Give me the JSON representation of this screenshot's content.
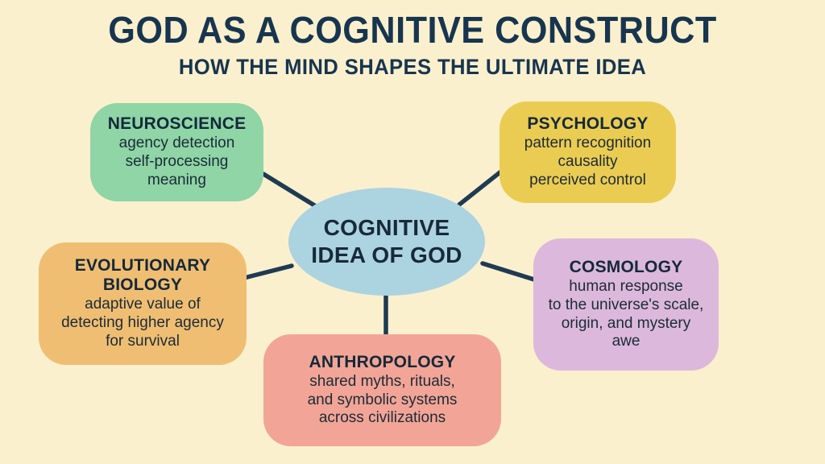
{
  "header": {
    "title": "GOD AS A COGNITIVE CONSTRUCT",
    "subtitle": "HOW THE MIND SHAPES THE ULTIMATE IDEA"
  },
  "colors": {
    "background": "#FBF0CE",
    "ink": "#17354F",
    "connector": "#1F3A53",
    "center": "#ACD3E0",
    "neuroscience": "#8FD5A6",
    "psychology": "#EBCC52",
    "evolutionary_biology": "#F0BE72",
    "cosmology": "#DCB8DC",
    "anthropology": "#F2A596"
  },
  "center": {
    "title": "COGNITIVE\nIDEA OF GOD"
  },
  "nodes": [
    {
      "id": "neuroscience",
      "title": "NEUROSCIENCE",
      "body": "agency detection\nself-processing\nmeaning"
    },
    {
      "id": "psychology",
      "title": "PSYCHOLOGY",
      "body": "pattern recognition\ncausality\nperceived control"
    },
    {
      "id": "evolutionary-biology",
      "title": "EVOLUTIONARY\nBIOLOGY",
      "body": "adaptive value of\ndetecting higher agency\nfor survival"
    },
    {
      "id": "cosmology",
      "title": "COSMOLOGY",
      "body": "human response\nto the universe's scale,\norigin, and mystery\nawe"
    },
    {
      "id": "anthropology",
      "title": "ANTHROPOLOGY",
      "body": "shared myths, rituals,\nand symbolic systems\nacross civilizations"
    }
  ],
  "chart_data": {
    "type": "diagram",
    "layout": "radial-hub-and-spoke",
    "title": "GOD AS A COGNITIVE CONSTRUCT",
    "subtitle": "HOW THE MIND SHAPES THE ULTIMATE IDEA",
    "hub": "COGNITIVE IDEA OF GOD",
    "spokes": [
      "NEUROSCIENCE",
      "PSYCHOLOGY",
      "EVOLUTIONARY BIOLOGY",
      "COSMOLOGY",
      "ANTHROPOLOGY"
    ],
    "edges": [
      [
        "COGNITIVE IDEA OF GOD",
        "NEUROSCIENCE"
      ],
      [
        "COGNITIVE IDEA OF GOD",
        "PSYCHOLOGY"
      ],
      [
        "COGNITIVE IDEA OF GOD",
        "EVOLUTIONARY BIOLOGY"
      ],
      [
        "COGNITIVE IDEA OF GOD",
        "COSMOLOGY"
      ],
      [
        "COGNITIVE IDEA OF GOD",
        "ANTHROPOLOGY"
      ]
    ]
  }
}
